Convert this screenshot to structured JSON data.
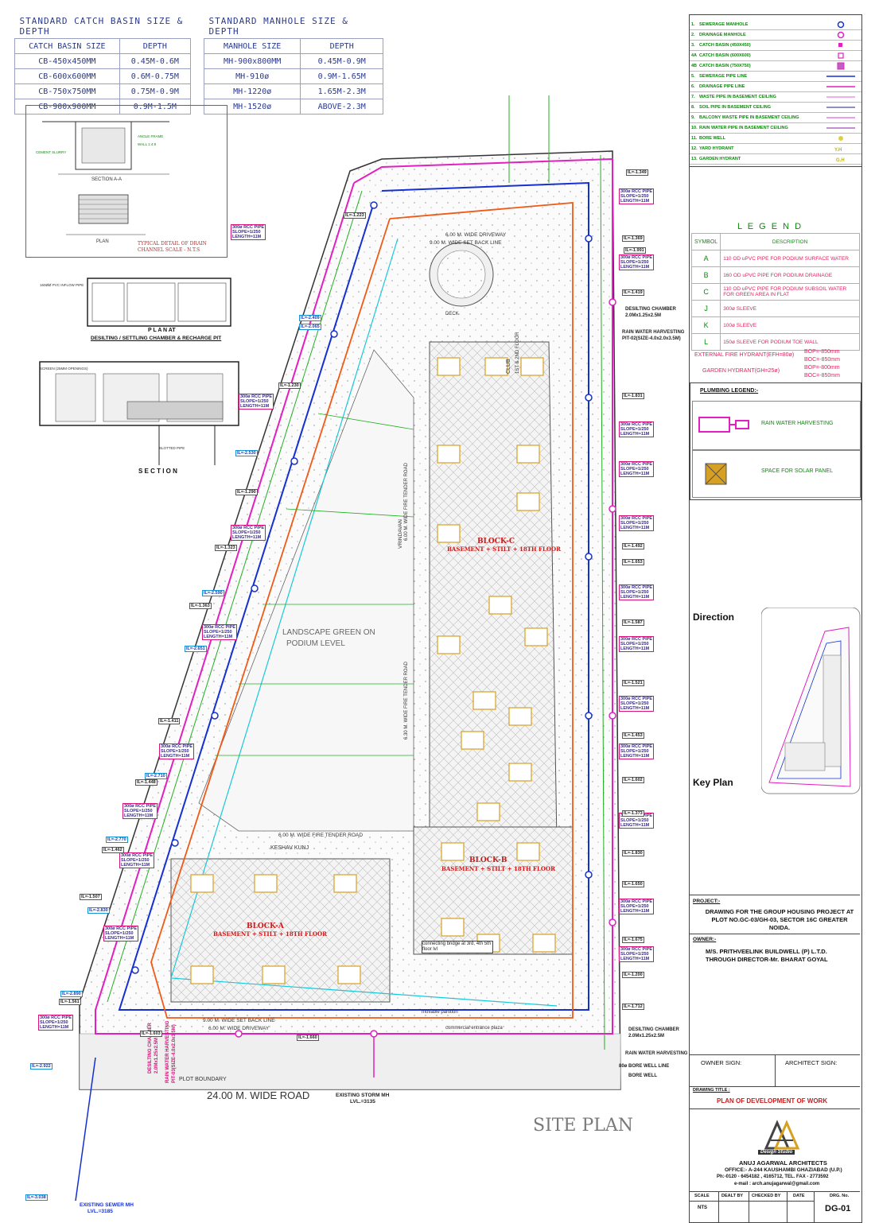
{
  "catch_basin_table": {
    "title": "STANDARD CATCH BASIN SIZE & DEPTH",
    "col_size": "CATCH BASIN SIZE",
    "col_depth": "DEPTH",
    "rows": [
      {
        "size": "CB-450x450MM",
        "depth": "0.45M-0.6M"
      },
      {
        "size": "CB-600x600MM",
        "depth": "0.6M-0.75M"
      },
      {
        "size": "CB-750x750MM",
        "depth": "0.75M-0.9M"
      },
      {
        "size": "CB-900x900MM",
        "depth": "0.9M-1.5M"
      }
    ]
  },
  "manhole_table": {
    "title": "STANDARD MANHOLE SIZE & DEPTH",
    "col_size": "MANHOLE SIZE",
    "col_depth": "DEPTH",
    "rows": [
      {
        "size": "MH-900x800MM",
        "depth": "0.45M-0.9M"
      },
      {
        "size": "MH-910ø",
        "depth": "0.9M-1.65M"
      },
      {
        "size": "MH-1220ø",
        "depth": "1.65M-2.3M"
      },
      {
        "size": "MH-1520ø",
        "depth": "ABOVE-2.3M"
      }
    ]
  },
  "details": {
    "drain_title": "TYPICAL DETAIL OF DRAIN",
    "drain_scale": "CHANNEL SCALE - N.T.S",
    "section_aa": "SECTION A-A",
    "plan_label": "PLAN",
    "plan_at": "P L A N  AT",
    "desilting": "DESILTING / SETTLING CHAMBER & RECHARGE PIT",
    "section": "S E C T I O N"
  },
  "service_legend": [
    {
      "no": "1.",
      "text": "SEWERAGE MANHOLE",
      "symbol": "circle-blue"
    },
    {
      "no": "2.",
      "text": "DRAINAGE MANHOLE",
      "symbol": "circle-magenta"
    },
    {
      "no": "3.",
      "text": "CATCH BASIN (450X450)",
      "symbol": "square-magenta"
    },
    {
      "no": "4A",
      "text": "CATCH BASIN (600X600)",
      "symbol": "square-magenta"
    },
    {
      "no": "4B",
      "text": "CATCH BASIN (750X750)",
      "symbol": "square-magenta"
    },
    {
      "no": "5.",
      "text": "SEWERAGE PIPE LINE",
      "symbol": "line-blue"
    },
    {
      "no": "6.",
      "text": "DRAINAGE PIPE LINE",
      "symbol": "line-magenta"
    },
    {
      "no": "7.",
      "text": "WASTE PIPE IN BASEMENT CEILING",
      "symbol": "line-magenta"
    },
    {
      "no": "8.",
      "text": "SOIL PIPE IN BASEMENT CEILING",
      "symbol": "line-navy"
    },
    {
      "no": "9.",
      "text": "BALCONY WASTE PIPE IN BASEMENT CEILING",
      "symbol": "line-magenta"
    },
    {
      "no": "10.",
      "text": "RAIN WATER PIPE IN BASEMENT CEILING",
      "symbol": "line-purple"
    },
    {
      "no": "11.",
      "text": "BORE WELL",
      "symbol": "bore"
    },
    {
      "no": "12.",
      "text": "YARD HYDRANT",
      "symbol": "yard"
    },
    {
      "no": "13.",
      "text": "GARDEN HYDRANT",
      "symbol": "garden"
    }
  ],
  "legend2": {
    "title": "L E G E N D",
    "col_symbol": "SYMBOL",
    "col_desc": "DESCRIPTION",
    "rows": [
      {
        "sym": "A",
        "desc": "110 OD uPVC PIPE FOR PODIUM SURFACE WATER"
      },
      {
        "sym": "B",
        "desc": "160 OD uPVC PIPE FOR PODIUM DRAINAGE"
      },
      {
        "sym": "C",
        "desc": "110 OD uPVC PIPE FOR PODIUM SUBSOIL WATER FOR GREEN AREA IN FLAT"
      },
      {
        "sym": "J",
        "desc": "300ø SLEEVE"
      },
      {
        "sym": "K",
        "desc": "100ø SLEEVE"
      },
      {
        "sym": "L",
        "desc": "150ø SLEEVE FOR PODIUM TOE WALL"
      }
    ],
    "efh": "EXTERNAL FIRE HYDRANT(EFH=80ø)",
    "efh_bop": "BOP=-850mm",
    "efh_boc": "BOC=-850mm",
    "gh": "GARDEN HYDRANT(GH=25ø)",
    "gh_bop": "BOP=-800mm",
    "gh_boc": "BOC=-850mm"
  },
  "plumbing_legend": {
    "title": "PLUMBING LEGEND:-",
    "rwh": "RAIN WATER HARVESTING",
    "solar": "SPACE FOR SOLAR PANEL"
  },
  "keyplan": {
    "direction": "Direction",
    "key_plan": "Key Plan"
  },
  "title_block": {
    "project_label": "PROJECT:-",
    "project": "DRAWING FOR THE  GROUP HOUSING PROJECT AT PLOT NO.GC-03/GH-03, SECTOR 16C GREATER NOIDA.",
    "owner_label": "OWNER:-",
    "owner1": "M/S. PRITHVEELINK BUILDWELL (P) L.T.D.",
    "owner2": "THROUGH DIRECTOR-Mr. BHARAT GOYAL",
    "owner_sign": "OWNER SIGN:",
    "architect_sign": "ARCHITECT SIGN:",
    "drawing_title_label": "DRAWING TITLE :",
    "drawing_title": "PLAN OF DEVELOPMENT OF WORK",
    "logo_text": "Design Studio",
    "firm": "ANUJ AGARWAL ARCHITECTS",
    "office": "OFFICE:- A-244 KAUSHAMBI GHAZIABAD (U.P.)",
    "phone": "Ph:-0120 - 6454182 , 4165712, TEL. FAX - 2773592",
    "email": "e-mail : arch.anujagarwal@gmail.com",
    "scale_label": "SCALE",
    "scale": "NTS",
    "dealt": "DEALT BY",
    "checked": "CHECKED BY",
    "date": "DATE",
    "drg_label": "DRG. No.",
    "drg_no": "DG-01"
  },
  "site": {
    "title": "SITE PLAN",
    "road": "24.00 M. WIDE ROAD",
    "plot_boundary": "PLOT BOUNDARY",
    "block_a": "BLOCK-A",
    "block_a_sub": "BASEMENT + STILT + 18TH FLOOR",
    "block_b": "BLOCK-B",
    "block_b_sub": "BASEMENT + STILT + 18TH FLOOR",
    "block_c": "BLOCK-C",
    "block_c_sub": "BASEMENT + STILT + 18TH FLOOR",
    "landscape": "LANDSCAPE GREEN ON",
    "landscape2": "PODIUM LEVEL",
    "keshav": "KESHAV KUNJ",
    "vrindavan": "VRINDAVAN",
    "fire_road_h": "6.00 M. WIDE FIRE TENDER ROAD",
    "fire_road_v": "6.00 M. WIDE FIRE TENDER ROAD",
    "fire_road_v2": "6.30 M. WIDE FIRE TENDER ROAD",
    "setback": "9.00 M. WIDE SET BACK LINE",
    "driveway": "6.00 M. WIDE DRIVEWAY",
    "setback_top": "9.00 M. WIDE SET BACK LINE",
    "driveway_top": "6.00 M. WIDE DRIVEWAY",
    "club": "CLUB",
    "club_floor": "1ST & 2ND FLOOR",
    "deck": "DECK",
    "connecting": "connecting bridge at 3rd, 4th 5th floor lvl",
    "movable": "movable partition",
    "commercial": "commercial entrance plaza",
    "sewer": "EXISTING SEWER MH",
    "sewer_lvl": "LVL.=3185",
    "storm": "EXISTING STORM MH",
    "storm_lvl": "LVL.=3135",
    "desilting_a": "DESILTING CHAMBER",
    "desilting_a_size": "2.0Mx1.25x2.5M",
    "rwh_a": "RAIN WATER HARVESTING",
    "rwh_a_pit": "PIT-03(SIZE-4.0x2.0x3.5M)",
    "desilting_b": "DESILTING CHAMBER",
    "desilting_b_size": "2.0Mx1.25x2.5M",
    "rwh_b": "RAIN WATER HARVESTING",
    "rwh_b_pit": "PIT-02(SIZE-4.0x2.0x3.5M)",
    "bore_well": "BORE WELL",
    "bore_well_line": "80ø BORE WELL LINE",
    "rcc_labels": [
      "300ø RCC PIPE",
      "SLOPE=1/250",
      "LENGTH=11M"
    ],
    "il_labels": [
      "IL=-1.349",
      "IL=-1.369",
      "IL=-1.991",
      "IL=-1.419",
      "IL=-1.831",
      "IL=-1.492",
      "IL=-1.653",
      "IL=-1.587",
      "IL=-1.521",
      "IL=-1.453",
      "IL=-1.602",
      "IL=-1.373",
      "IL=-1.830",
      "IL=-1.650",
      "IL=-1.675",
      "IL=-1.200",
      "IL=-1.712",
      "IL=-1.603",
      "IL=-1.660",
      "IL=-1.223",
      "IL=-1.230",
      "IL=-1.290",
      "IL=-1.323",
      "IL=-1.363",
      "IL=-1.411",
      "IL=-1.448",
      "IL=-1.462",
      "IL=-1.507",
      "IL=-1.561",
      "IL=-2.409",
      "IL=-2.065",
      "IL=-2.530",
      "IL=-2.590",
      "IL=-2.651",
      "IL=-2.710",
      "IL=-2.770",
      "IL=-2.830",
      "IL=-2.890",
      "IL=-2.922",
      "IL=-3.038"
    ]
  }
}
